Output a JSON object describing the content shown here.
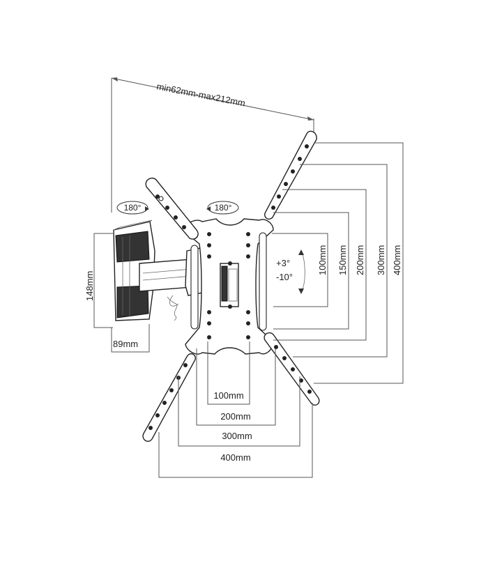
{
  "dimensions": {
    "extension": "min62mm-max212mm",
    "height": "148mm",
    "depth": "89mm",
    "h100": "100mm",
    "h200": "200mm",
    "h300": "300mm",
    "h400": "400mm",
    "v100": "100mm",
    "v150": "150mm",
    "v200": "200mm",
    "v300": "300mm",
    "v400": "400mm"
  },
  "rotation": {
    "wall_swivel": "180°",
    "arm_swivel": "180°"
  },
  "tilt": {
    "up": "+3°",
    "down": "-10°"
  }
}
